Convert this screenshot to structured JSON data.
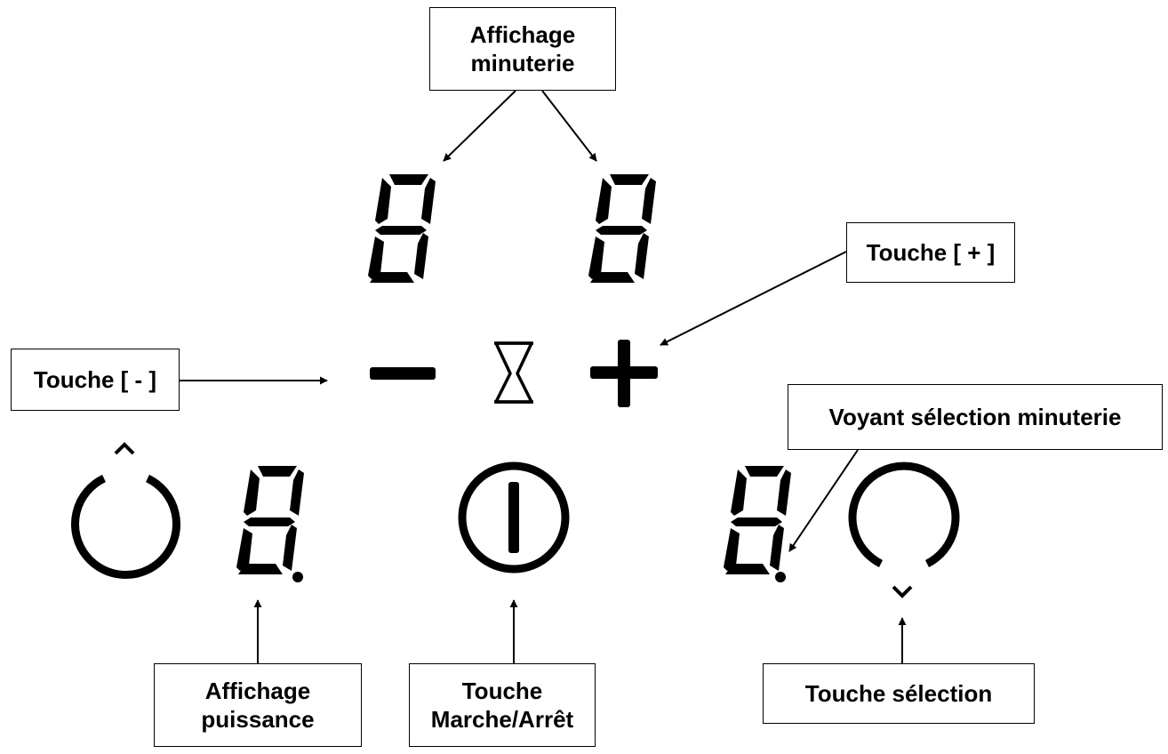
{
  "labels": {
    "timer_display": "Affichage\nminuterie",
    "plus_key": "Touche [ + ]",
    "minus_key": "Touche [ - ]",
    "timer_led": "Voyant sélection minuterie",
    "power_display": "Affichage\npuissance",
    "onoff_key": "Touche\nMarche/Arrêt",
    "select_key": "Touche sélection"
  },
  "icons": {
    "timer_digit_left": "seven-segment-digit-icon",
    "timer_digit_right": "seven-segment-digit-icon",
    "minus": "minus-icon",
    "hourglass": "hourglass-icon",
    "plus": "plus-icon",
    "left_selector": "zone-selector-ring-icon",
    "power_digit": "seven-segment-digit-icon",
    "power_button": "power-icon",
    "zone_digit": "seven-segment-digit-icon",
    "right_selector": "zone-selector-ring-icon"
  },
  "colors": {
    "ink": "#000000",
    "background": "#ffffff"
  }
}
